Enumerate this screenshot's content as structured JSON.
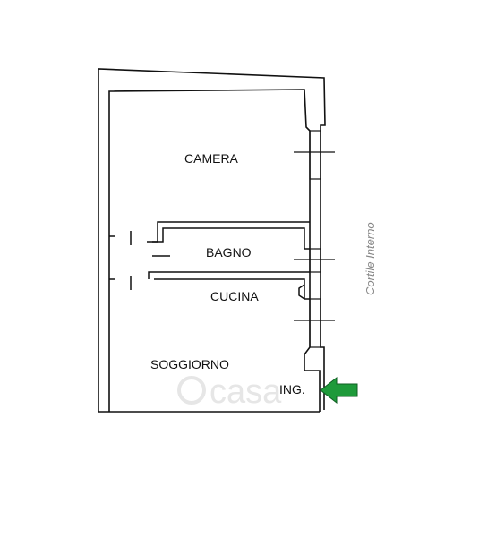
{
  "rooms": {
    "camera": "CAMERA",
    "bagno": "BAGNO",
    "cucina": "CUCINA",
    "soggiorno": "SOGGIORNO"
  },
  "entrance": {
    "label": "ING.",
    "arrow_color": "#1e9a3a"
  },
  "courtyard": "Cortile Interno",
  "watermark": "casa",
  "colors": {
    "wall": "#111111",
    "background": "#ffffff",
    "label": "#111111",
    "courtyard_label": "#888888"
  }
}
